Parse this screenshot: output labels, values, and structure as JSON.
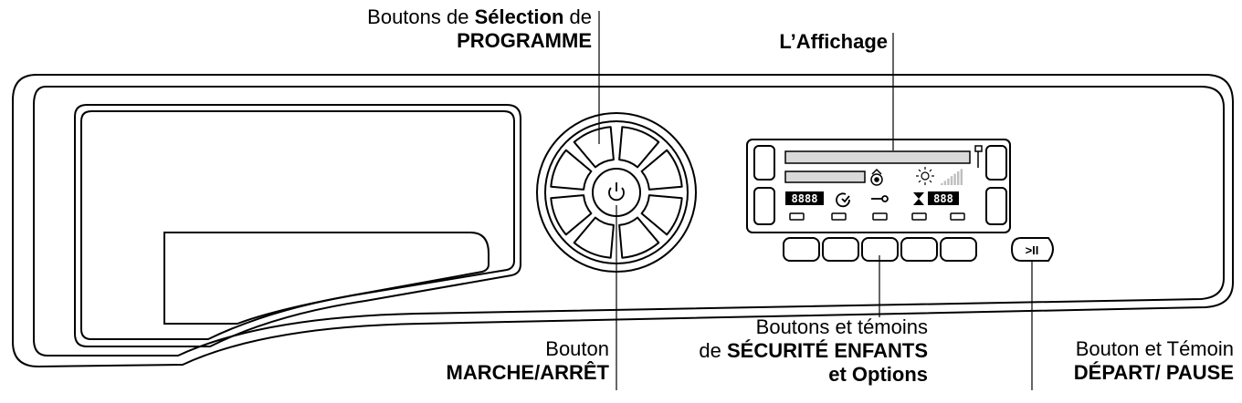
{
  "callouts": {
    "program": {
      "line1_pre": "Boutons de ",
      "line1_bold": "Sélection",
      "line1_post": " de",
      "line2_bold": "PROGRAMME"
    },
    "display": {
      "bold": "L’Affichage"
    },
    "power": {
      "line1": "Bouton",
      "line2_bold": "MARCHE/ARRÊT"
    },
    "options": {
      "line1": "Boutons et témoins",
      "line2_pre": "de ",
      "line2_bold": "SÉCURITÉ ENFANTS",
      "line3_bold": "et Options"
    },
    "start": {
      "line1": "Bouton et Témoin",
      "line2_bold": "DÉPART/ PAUSE"
    }
  },
  "display": {
    "time_digits": "8888",
    "count_digits": "888"
  },
  "start_button_symbol": ">II"
}
